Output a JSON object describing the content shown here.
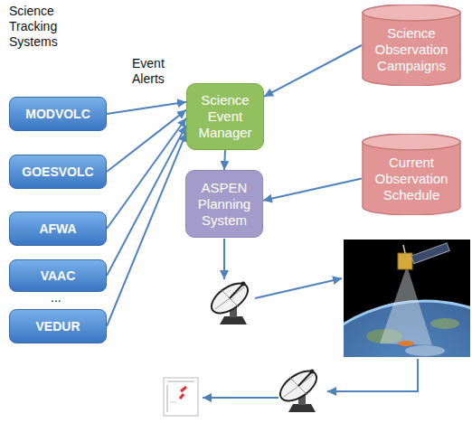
{
  "diagram": {
    "nodes": [
      {
        "text": [
          "MODVOLC"
        ]
      },
      {
        "text": [
          "GOESVOLC"
        ]
      },
      {
        "text": [
          "AFWA"
        ]
      },
      {
        "text": [
          "VAAC"
        ]
      },
      {
        "text": [
          "VEDUR"
        ]
      },
      {
        "text": [
          "Science Event Manager"
        ]
      },
      {
        "text": [
          "Science Observation Campaigns"
        ]
      },
      {
        "text": [
          "ASPEN Planning System"
        ]
      },
      {
        "text": [
          "Current Observation Schedule"
        ]
      }
    ],
    "edges": [
      {
        "from": 0,
        "to": 5,
        "arrow": "to"
      },
      {
        "from": 1,
        "to": 5,
        "arrow": "to"
      },
      {
        "from": 2,
        "to": 5,
        "arrow": "to"
      },
      {
        "from": 3,
        "to": 5,
        "arrow": "to"
      },
      {
        "from": 4,
        "to": 5,
        "arrow": "to"
      },
      {
        "from": 6,
        "to": 5,
        "arrow": "to"
      },
      {
        "from": 5,
        "to": 7,
        "arrow": "to"
      },
      {
        "from": 8,
        "to": 7,
        "arrow": "to"
      }
    ],
    "labels": [
      "Science Tracking Systems",
      "Event Alerts",
      "..."
    ]
  }
}
